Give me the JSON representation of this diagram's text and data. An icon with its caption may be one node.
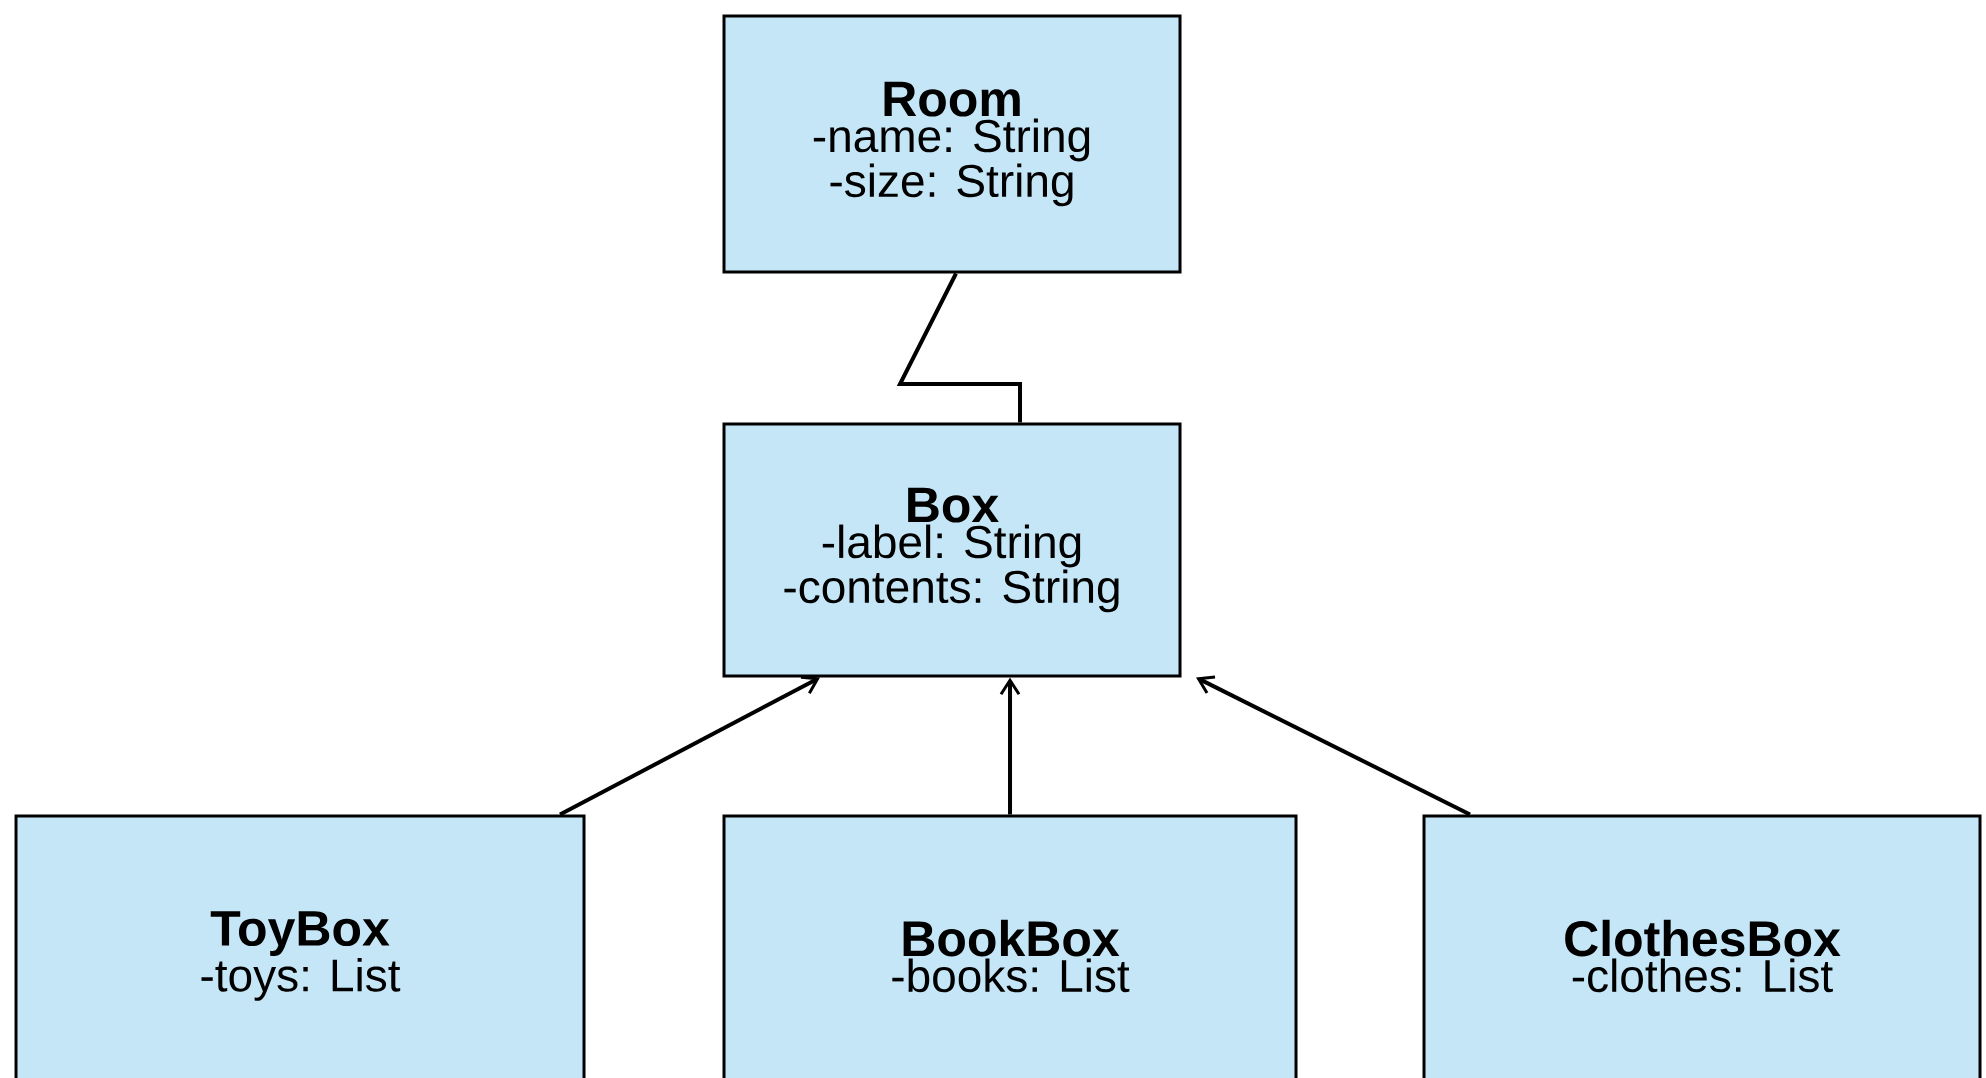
{
  "diagram": {
    "nodes": [
      {
        "text": [
          "Room",
          "-name: String",
          "-size: String"
        ]
      },
      {
        "text": [
          "Box",
          "-label: String",
          "-contents: String"
        ]
      },
      {
        "text": [
          "ToyBox",
          "-toys: List"
        ]
      },
      {
        "text": [
          "BookBox",
          "-books: List"
        ]
      },
      {
        "text": [
          "ClothesBox",
          "-clothes: List"
        ]
      }
    ],
    "edges": [
      {
        "from": 0,
        "to": 1,
        "arrow": "none"
      },
      {
        "from": 2,
        "to": 1,
        "arrow": "to"
      },
      {
        "from": 3,
        "to": 1,
        "arrow": "to"
      },
      {
        "from": 4,
        "to": 1,
        "arrow": "to"
      }
    ]
  }
}
